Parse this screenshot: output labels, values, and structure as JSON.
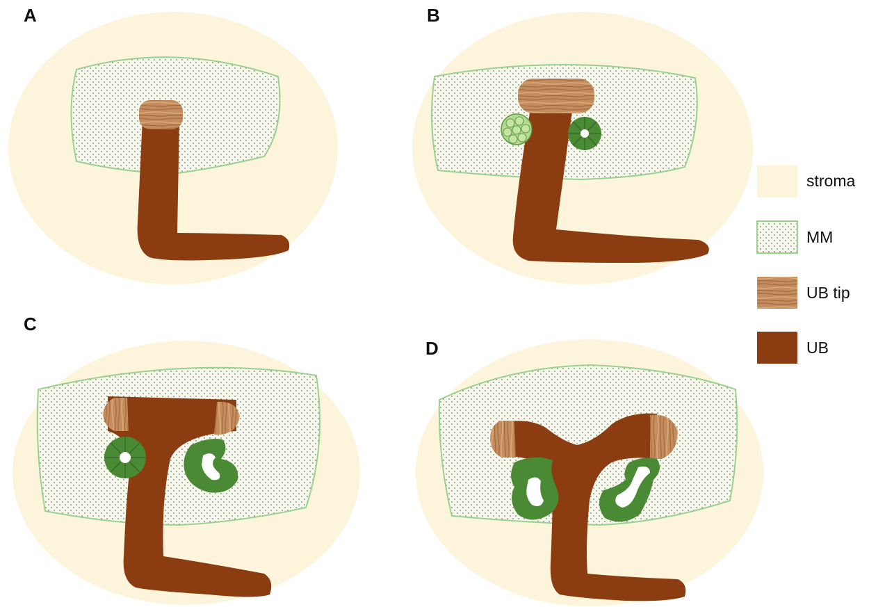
{
  "panels": {
    "a": {
      "label": "A"
    },
    "b": {
      "label": "B"
    },
    "c": {
      "label": "C"
    },
    "d": {
      "label": "D"
    }
  },
  "legend": {
    "items": [
      {
        "key": "stroma",
        "label": "stroma",
        "swatch": "stroma-fill"
      },
      {
        "key": "mm",
        "label": "MM",
        "swatch": "mm-fill"
      },
      {
        "key": "ub-tip",
        "label": "UB tip",
        "swatch": "tip-fill"
      },
      {
        "key": "ub",
        "label": "UB",
        "swatch": "ub-fill"
      }
    ]
  },
  "colors": {
    "stroma": "#fcf5dc",
    "mm_fill": "#f7f7ee",
    "mm_outline": "#9bd08f",
    "mm_dots": "#6a8a6a",
    "ub": "#8b3c11",
    "ub_tip": "#c48d5e",
    "vesicle_light": "#b4d98f",
    "vesicle_dark": "#4a8a35",
    "lumen": "#ffffff"
  }
}
